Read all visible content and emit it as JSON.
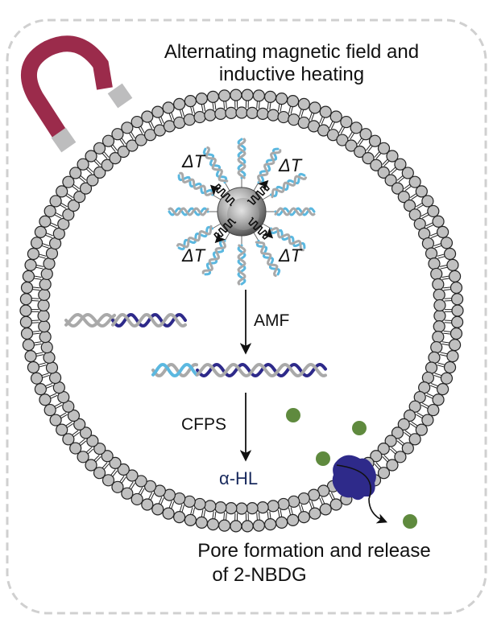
{
  "title": {
    "line1": "Alternating magnetic field and",
    "line2": "inductive heating"
  },
  "heat_label": "ΔT",
  "steps": {
    "amf_label": "AMF",
    "cfps_label": "CFPS",
    "product_label": "α-HL"
  },
  "caption": {
    "line1": "Pore formation and release",
    "line2": "of 2-NBDG"
  },
  "colors": {
    "magnet_body": "#9b2b4b",
    "magnet_poles": "#bdbdbe",
    "lipid_head": "#c0c0c0",
    "dna_light_blue": "#5bb8e0",
    "dna_gray": "#a9a9a9",
    "dna_dark_blue": "#2e2a8a",
    "pore_protein": "#2e2a8a",
    "cargo_2nbdg": "#5f8a3e",
    "product_text": "#1a2b5e",
    "frame_dash": "#d0d0d0"
  }
}
